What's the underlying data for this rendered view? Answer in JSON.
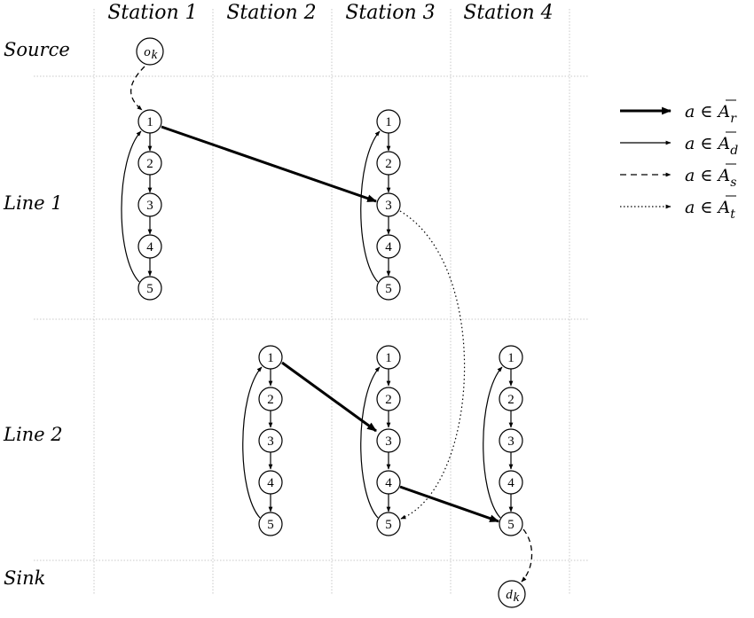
{
  "columns": [
    "Station 1",
    "Station 2",
    "Station 3",
    "Station 4"
  ],
  "rows": [
    "Source",
    "Line 1",
    "Line 2",
    "Sink"
  ],
  "nodes": {
    "line1_station1": [
      "1",
      "2",
      "3",
      "4",
      "5"
    ],
    "line1_station3": [
      "1",
      "2",
      "3",
      "4",
      "5"
    ],
    "line2_station2": [
      "1",
      "2",
      "3",
      "4",
      "5"
    ],
    "line2_station3": [
      "1",
      "2",
      "3",
      "4",
      "5"
    ],
    "line2_station4": [
      "1",
      "2",
      "3",
      "4",
      "5"
    ],
    "source": "o",
    "source_sub": "k",
    "sink": "d",
    "sink_sub": "k"
  },
  "legend": [
    {
      "style": "thick",
      "prefix": "a ∈ A",
      "sub": "r"
    },
    {
      "style": "thin",
      "prefix": "a ∈ A",
      "sub": "d"
    },
    {
      "style": "dashed",
      "prefix": "a ∈ A",
      "sub": "s"
    },
    {
      "style": "dotted",
      "prefix": "a ∈ A",
      "sub": "t"
    }
  ]
}
